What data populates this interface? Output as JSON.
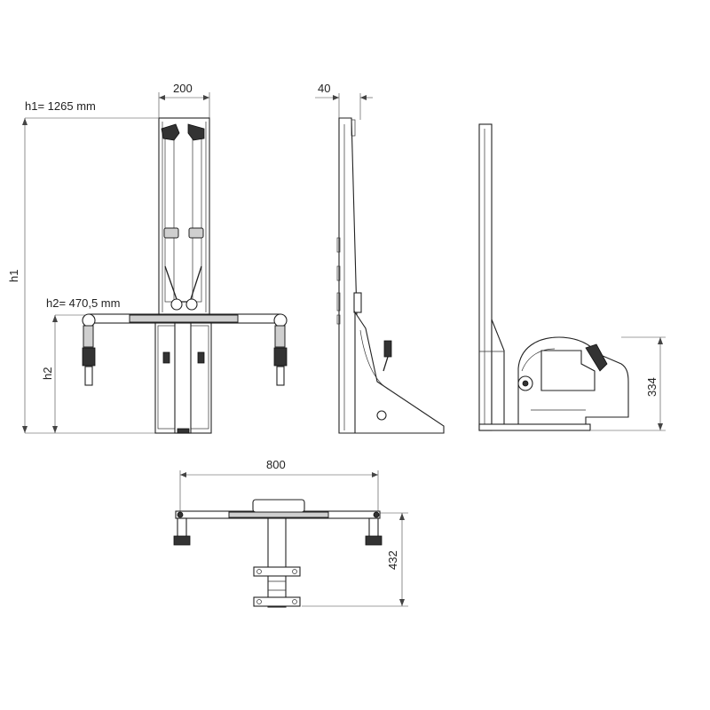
{
  "labels": {
    "h1_value": "h1= 1265 mm",
    "h2_value": "h2= 470,5 mm",
    "h1_axis": "h1",
    "h2_axis": "h2",
    "width_top": "200",
    "depth_side": "40",
    "height_seat": "334",
    "width_base": "800",
    "depth_base": "432"
  },
  "colors": {
    "line": "#222222",
    "dark_fill": "#333333",
    "grey_fill": "#cfcfcf"
  }
}
